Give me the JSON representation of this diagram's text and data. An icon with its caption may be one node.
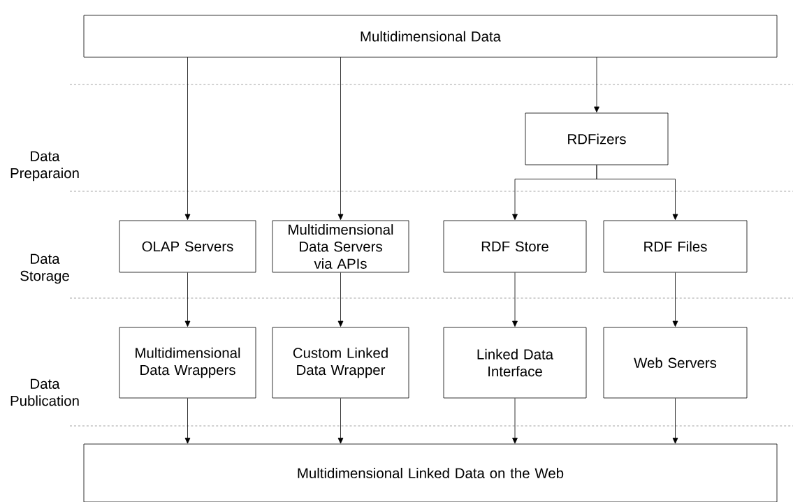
{
  "diagram": {
    "nodes": [
      {
        "text": [
          "Multidimensional Data"
        ]
      },
      {
        "text": [
          "RDFizers"
        ]
      },
      {
        "text": [
          "OLAP Servers"
        ]
      },
      {
        "text": [
          "Multidimensional Data Servers via APIs"
        ]
      },
      {
        "text": [
          "RDF Store"
        ]
      },
      {
        "text": [
          "RDF Files"
        ]
      },
      {
        "text": [
          "Multidimensional Data Wrappers"
        ]
      },
      {
        "text": [
          "Custom Linked Data Wrapper"
        ]
      },
      {
        "text": [
          "Linked Data Interface"
        ]
      },
      {
        "text": [
          "Web Servers"
        ]
      },
      {
        "text": [
          "Multidimensional Linked Data on the Web"
        ]
      }
    ],
    "edges": [
      {
        "from": 0,
        "to": 2,
        "arrow": "to"
      },
      {
        "from": 0,
        "to": 3,
        "arrow": "to"
      },
      {
        "from": 0,
        "to": 1,
        "arrow": "to"
      },
      {
        "from": 1,
        "to": 4,
        "arrow": "to"
      },
      {
        "from": 1,
        "to": 5,
        "arrow": "to"
      },
      {
        "from": 2,
        "to": 6,
        "arrow": "to"
      },
      {
        "from": 3,
        "to": 7,
        "arrow": "to"
      },
      {
        "from": 4,
        "to": 8,
        "arrow": "to"
      },
      {
        "from": 5,
        "to": 9,
        "arrow": "to"
      },
      {
        "from": 6,
        "to": 10,
        "arrow": "to"
      },
      {
        "from": 7,
        "to": 10,
        "arrow": "to"
      },
      {
        "from": 8,
        "to": 10,
        "arrow": "to"
      },
      {
        "from": 9,
        "to": 10,
        "arrow": "to"
      }
    ],
    "labels": [
      "Data Preparaion",
      "Data Storage",
      "Data Publication"
    ]
  }
}
